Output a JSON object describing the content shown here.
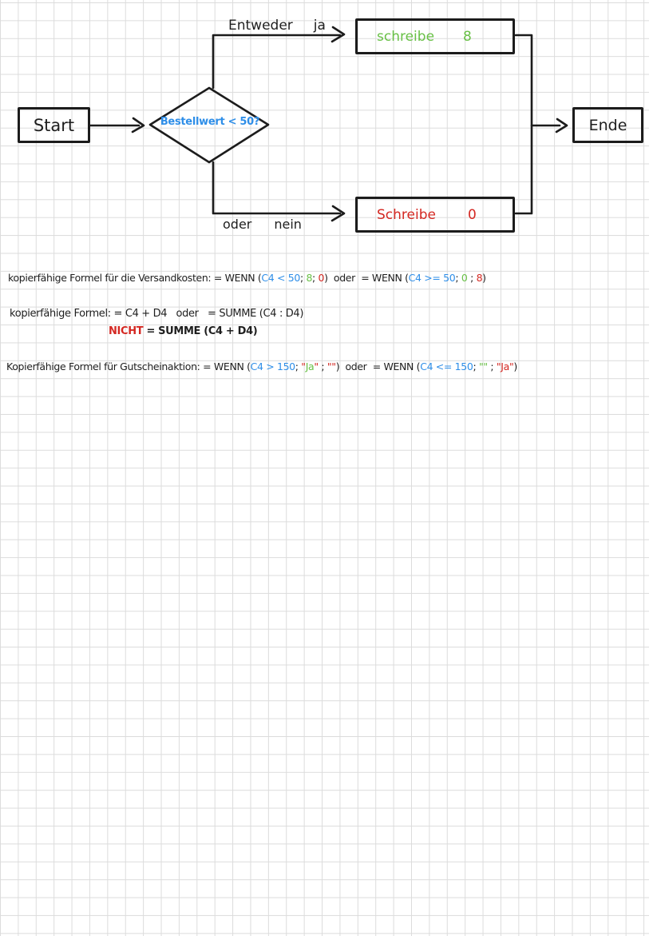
{
  "palette": {
    "ink": "#1e1e1e",
    "blue": "#2e8ee8",
    "green": "#68c046",
    "red": "#d42822",
    "grid_line": "#dcdcdc",
    "paper": "#ffffff"
  },
  "flowchart": {
    "start": {
      "label": "Start"
    },
    "decision": {
      "label": "Bestellwert < 50?"
    },
    "branch_yes": {
      "word1": "Entweder",
      "word2": "ja"
    },
    "branch_no": {
      "word1": "oder",
      "word2": "nein"
    },
    "write_8": {
      "word": "schreibe",
      "value": "8"
    },
    "write_0": {
      "word": "Schreibe",
      "value": "0"
    },
    "end": {
      "label": "Ende"
    }
  },
  "notes": {
    "line_versandkosten": {
      "segments": [
        {
          "t": "kopierfähige Formel für die Versandkosten: = WENN (",
          "c": "ink"
        },
        {
          "t": "C4 < 50",
          "c": "blue"
        },
        {
          "t": "; ",
          "c": "ink"
        },
        {
          "t": "8",
          "c": "green"
        },
        {
          "t": "; ",
          "c": "ink"
        },
        {
          "t": "0",
          "c": "red"
        },
        {
          "t": ")  oder  = WENN (",
          "c": "ink"
        },
        {
          "t": "C4 >= 50",
          "c": "blue"
        },
        {
          "t": "; ",
          "c": "ink"
        },
        {
          "t": "0",
          "c": "green"
        },
        {
          "t": " ; ",
          "c": "ink"
        },
        {
          "t": "8",
          "c": "red"
        },
        {
          "t": ")",
          "c": "ink"
        }
      ]
    },
    "line_formel": {
      "segments": [
        {
          "t": "kopierfähige Formel: = C4 + D4   oder   = SUMME (C4 : D4)",
          "c": "ink"
        }
      ]
    },
    "line_nicht": {
      "segments": [
        {
          "t": "NICHT",
          "c": "red"
        },
        {
          "t": " = SUMME (C4 + D4)",
          "c": "ink"
        }
      ]
    },
    "line_gutschein": {
      "segments": [
        {
          "t": "Kopierfähige Formel für Gutscheinaktion: = WENN (",
          "c": "ink"
        },
        {
          "t": "C4 > 150",
          "c": "blue"
        },
        {
          "t": "; ",
          "c": "ink"
        },
        {
          "t": "\"",
          "c": "red"
        },
        {
          "t": "Ja",
          "c": "green"
        },
        {
          "t": "\"",
          "c": "red"
        },
        {
          "t": " ; ",
          "c": "ink"
        },
        {
          "t": "\"\"",
          "c": "red"
        },
        {
          "t": ")  oder  = WENN (",
          "c": "ink"
        },
        {
          "t": "C4 <= 150",
          "c": "blue"
        },
        {
          "t": "; ",
          "c": "ink"
        },
        {
          "t": "\"\"",
          "c": "green"
        },
        {
          "t": " ; ",
          "c": "ink"
        },
        {
          "t": "\"Ja\"",
          "c": "red"
        },
        {
          "t": ")",
          "c": "ink"
        }
      ]
    }
  }
}
